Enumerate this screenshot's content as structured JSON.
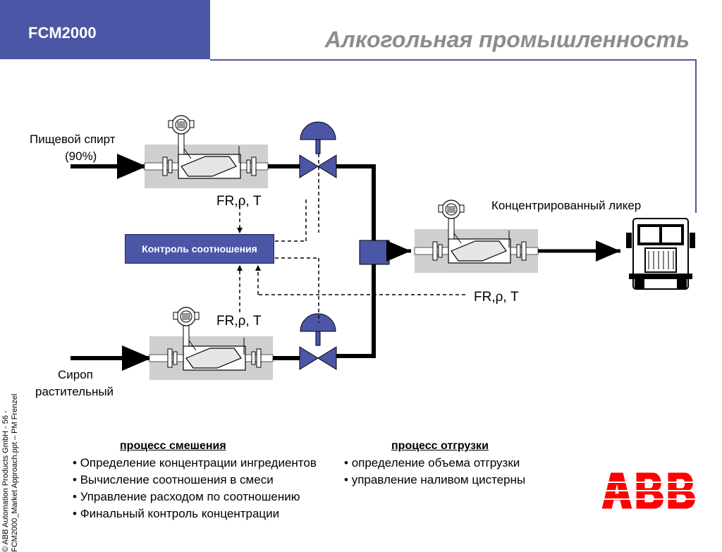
{
  "header": {
    "product": "FCM2000",
    "title": "Алкогольная промышленность"
  },
  "diagram": {
    "input_top_line1": "Пищевой спирт",
    "input_top_line2": "(90%)",
    "input_bottom_line1": "Сироп",
    "input_bottom_line2": "растительный",
    "output_label": "Концентрированный ликер",
    "controller_label": "Контроль соотношения",
    "signal_top": "FR,ρ, T",
    "signal_bottom": "FR,ρ, T",
    "signal_out": "FR,ρ, T"
  },
  "process_mixing": {
    "heading": "процесс смешения",
    "items": [
      "Определение концентрации ингредиентов",
      "Вычисление соотношения в смеси",
      "Управление расходом по соотношению",
      "Финальный контроль концентрации"
    ]
  },
  "process_shipping": {
    "heading": "процесс отгрузки",
    "items": [
      "определение объема отгрузки",
      "управление наливом цистерны"
    ]
  },
  "footer": {
    "copyright_line1": "© ABB Automation Products GmbH  - 56 -",
    "copyright_line2": "FCM2000_Market Approach.ppt – PM Frenzel",
    "logo_text": "ABB"
  },
  "colors": {
    "accent": "#4b56a6",
    "logo_red": "#ff0000",
    "title_gray": "#8c8c8c"
  }
}
